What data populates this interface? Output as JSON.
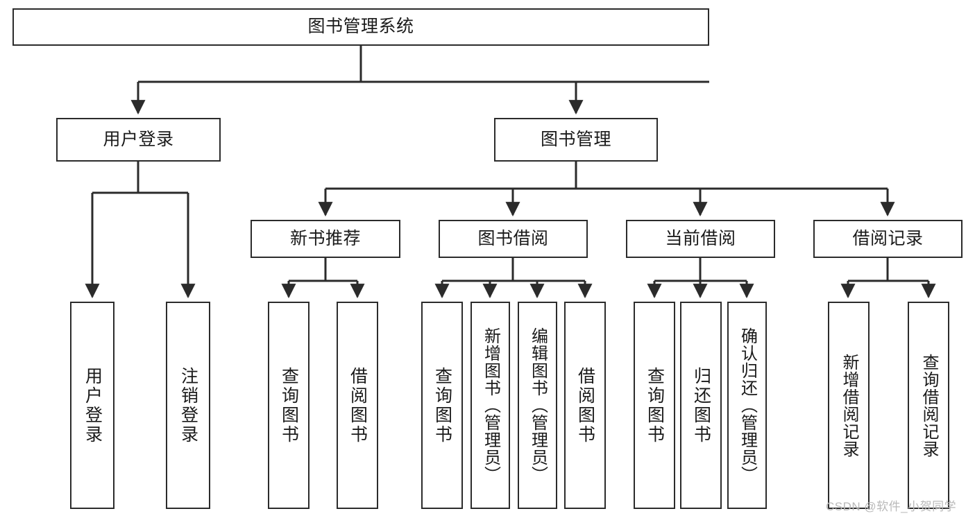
{
  "diagram": {
    "type": "tree-flowchart",
    "title": "图书管理系统",
    "root": {
      "id": "root",
      "label": "图书管理系统"
    },
    "level2": [
      {
        "id": "user-login",
        "label": "用户登录"
      },
      {
        "id": "book-manage",
        "label": "图书管理"
      }
    ],
    "level3": [
      {
        "id": "new-book-recommend",
        "label": "新书推荐",
        "parent": "book-manage"
      },
      {
        "id": "book-borrow",
        "label": "图书借阅",
        "parent": "book-manage"
      },
      {
        "id": "current-borrow",
        "label": "当前借阅",
        "parent": "book-manage"
      },
      {
        "id": "borrow-record",
        "label": "借阅记录",
        "parent": "book-manage"
      }
    ],
    "leaves": [
      {
        "id": "leaf-user-login",
        "label": "用户登录",
        "parent": "user-login"
      },
      {
        "id": "leaf-logout",
        "label": "注销登录",
        "parent": "user-login"
      },
      {
        "id": "leaf-query-book-1",
        "label": "查询图书",
        "parent": "new-book-recommend"
      },
      {
        "id": "leaf-borrow-book-1",
        "label": "借阅图书",
        "parent": "new-book-recommend"
      },
      {
        "id": "leaf-query-book-2",
        "label": "查询图书",
        "parent": "book-borrow"
      },
      {
        "id": "leaf-add-book",
        "label": "新增图书（管理员）",
        "parent": "book-borrow"
      },
      {
        "id": "leaf-edit-book",
        "label": "编辑图书（管理员）",
        "parent": "book-borrow"
      },
      {
        "id": "leaf-borrow-book-2",
        "label": "借阅图书",
        "parent": "book-borrow"
      },
      {
        "id": "leaf-query-book-3",
        "label": "查询图书",
        "parent": "current-borrow"
      },
      {
        "id": "leaf-return-book",
        "label": "归还图书",
        "parent": "current-borrow"
      },
      {
        "id": "leaf-confirm-return",
        "label": "确认归还（管理员）",
        "parent": "current-borrow"
      },
      {
        "id": "leaf-add-record",
        "label": "新增借阅记录",
        "parent": "borrow-record"
      },
      {
        "id": "leaf-query-record",
        "label": "查询借阅记录",
        "parent": "borrow-record"
      }
    ],
    "colors": {
      "stroke": "#2b2b2b",
      "fill": "#ffffff",
      "text": "#1a1a1a",
      "watermark": "#b9b9b9"
    }
  },
  "watermark": {
    "text": "CSDN @软件_小贺同学"
  }
}
